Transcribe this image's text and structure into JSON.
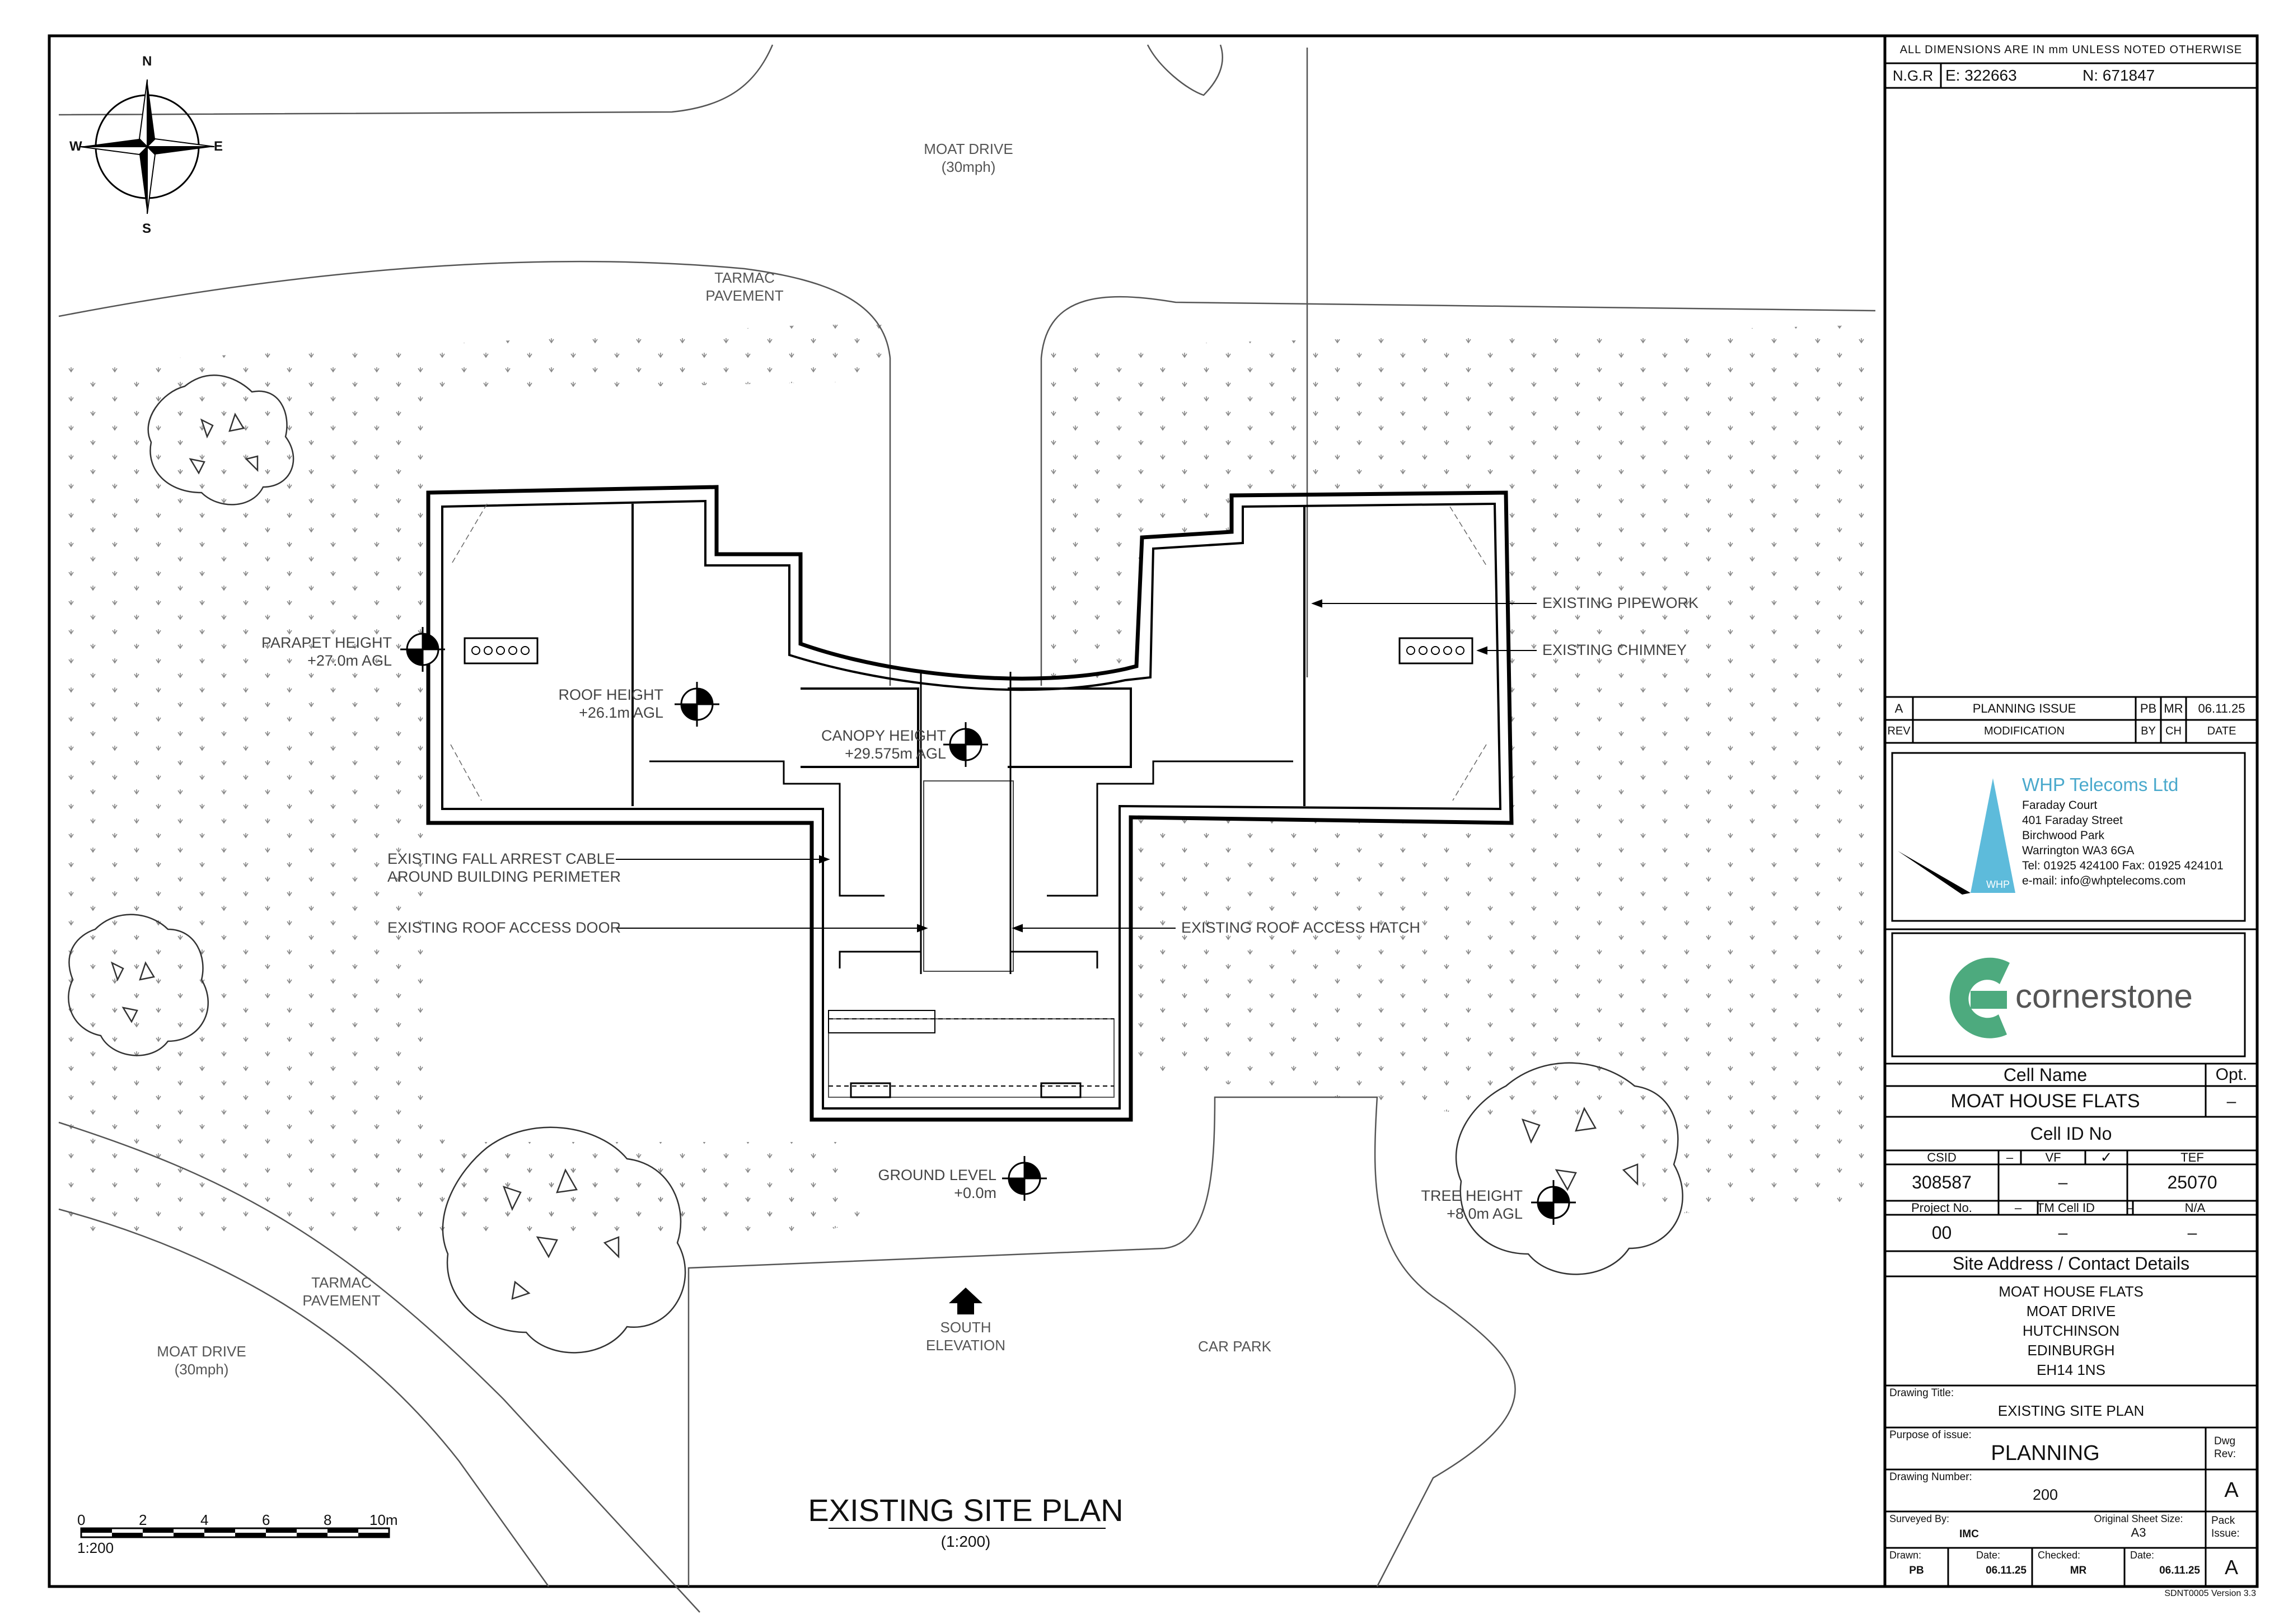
{
  "title_block": {
    "dims_note": "ALL DIMENSIONS ARE IN mm UNLESS NOTED OTHERWISE",
    "ngr_label": "N.G.R",
    "easting": "E: 322663",
    "northing": "N: 671847",
    "revision": {
      "rev": "A",
      "desc": "PLANNING ISSUE",
      "by": "PB",
      "ch": "MR",
      "date": "06.11.25"
    },
    "rev_header": {
      "rev": "REV",
      "desc": "MODIFICATION",
      "by": "BY",
      "ch": "CH",
      "date": "DATE"
    },
    "company": {
      "name": "WHP Telecoms Ltd",
      "line1": "Faraday Court",
      "line2": "401 Faraday Street",
      "line3": "Birchwood Park",
      "line4": "Warrington WA3 6GA",
      "tel": "Tel: 01925 424100  Fax: 01925 424101",
      "email": "e-mail: info@whptelecoms.com",
      "logo_mark": "WHP"
    },
    "client": "cornerstone",
    "cell_name_label": "Cell Name",
    "opt_label": "Opt.",
    "cell_name": "MOAT HOUSE FLATS",
    "opt_value": "–",
    "cell_id_label": "Cell ID No",
    "csid_label": "CSID",
    "dash": "–",
    "vf_label": "VF",
    "tick": "✓",
    "tef_label": "TEF",
    "csid": "308587",
    "vf": "–",
    "tef": "25070",
    "project_label": "Project No.",
    "tm_label": "TM Cell ID",
    "na": "N/A",
    "project": "00",
    "tm": "–",
    "na_value": "–",
    "site_address_label": "Site Address / Contact Details",
    "address": [
      "MOAT HOUSE FLATS",
      "MOAT DRIVE",
      "HUTCHINSON",
      "EDINBURGH",
      "EH14 1NS"
    ],
    "drawing_title_label": "Drawing Title:",
    "drawing_title": "EXISTING SITE PLAN",
    "purpose_label": "Purpose of issue:",
    "purpose": "PLANNING",
    "dwg_rev_label": "Dwg Rev:",
    "drawing_number_label": "Drawing Number:",
    "drawing_number": "200",
    "dwg_rev": "A",
    "surveyed_label": "Surveyed By:",
    "surveyed": "IMC",
    "sheet_size_label": "Original Sheet Size:",
    "sheet_size": "A3",
    "pack_label": "Pack Issue:",
    "pack": "A",
    "drawn_label": "Drawn:",
    "drawn": "PB",
    "date_label": "Date:",
    "drawn_date": "06.11.25",
    "checked_label": "Checked:",
    "checked": "MR",
    "checked_date": "06.11.25",
    "template_version": "SDNT0005 Version 3.3"
  },
  "plan": {
    "compass": {
      "n": "N",
      "e": "E",
      "s": "S",
      "w": "W"
    },
    "road_top": [
      "MOAT DRIVE",
      "(30mph)"
    ],
    "pavement_top": [
      "TARMAC",
      "PAVEMENT"
    ],
    "road_bottom": [
      "MOAT DRIVE",
      "(30mph)"
    ],
    "pavement_bottom": [
      "TARMAC",
      "PAVEMENT"
    ],
    "car_park": "CAR PARK",
    "south_elevation": [
      "SOUTH",
      "ELEVATION"
    ],
    "parapet": [
      "PARAPET HEIGHT",
      "+27.0m AGL"
    ],
    "roof": [
      "ROOF HEIGHT",
      "+26.1m AGL"
    ],
    "canopy": [
      "CANOPY HEIGHT",
      "+29.575m AGL"
    ],
    "ground": [
      "GROUND LEVEL",
      "+0.0m"
    ],
    "tree": [
      "TREE HEIGHT",
      "+8.0m AGL"
    ],
    "pipework": "EXISTING PIPEWORK",
    "chimney": "EXISTING CHIMNEY",
    "fall_arrest": [
      "EXISTING FALL ARREST CABLE",
      "AROUND BUILDING PERIMETER"
    ],
    "roof_door": "EXISTING ROOF ACCESS DOOR",
    "roof_hatch": "EXISTING ROOF ACCESS HATCH",
    "scale_ticks": [
      "0",
      "2",
      "4",
      "6",
      "8",
      "10m"
    ],
    "scale_ratio": "1:200",
    "title": "EXISTING SITE PLAN",
    "title_scale": "(1:200)"
  }
}
